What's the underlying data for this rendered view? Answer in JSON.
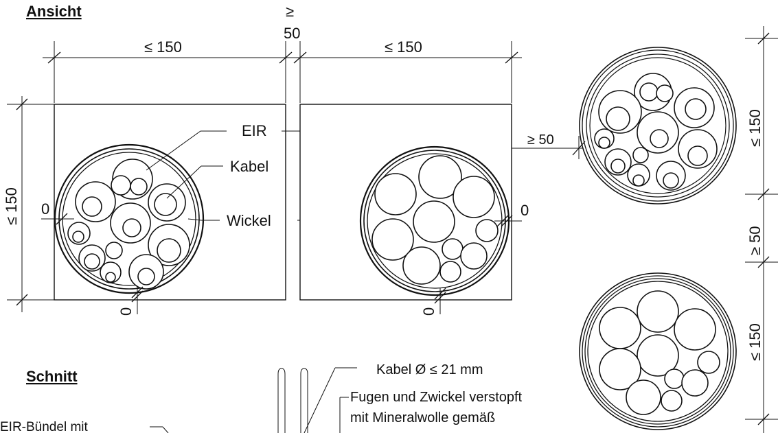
{
  "headings": {
    "view": "Ansicht",
    "section": "Schnitt"
  },
  "dimensions": {
    "max_150": "≤ 150",
    "min_symbol": "≥",
    "min_value": "50",
    "min_50": "≥ 50",
    "zero": "0"
  },
  "labels": {
    "eir": "EIR",
    "cable": "Kabel",
    "wrap": "Wickel",
    "cable_diameter": "Kabel Ø ≤ 21 mm",
    "joints_line1": "Fugen und Zwickel verstopft",
    "joints_line2": "mit Mineralwolle gemäß",
    "eir_bundle": "EIR-Bündel mit"
  }
}
